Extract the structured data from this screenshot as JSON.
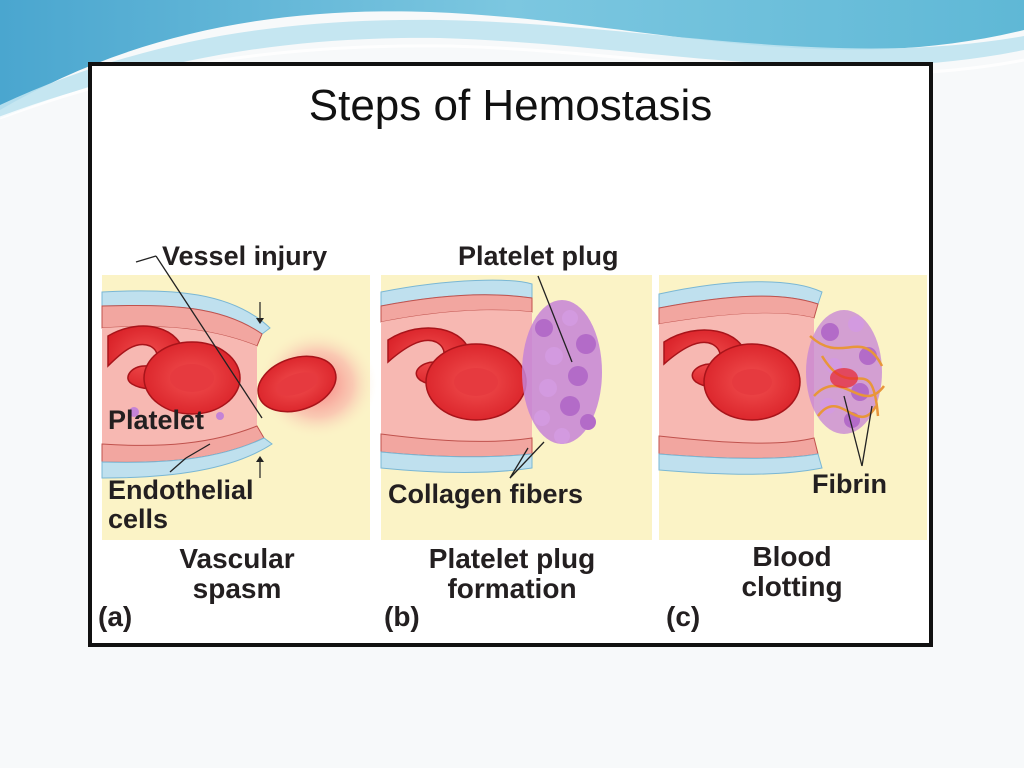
{
  "slide": {
    "title": "Steps of Hemostasis"
  },
  "panels": {
    "a": {
      "letter": "(a)",
      "caption_line1": "Vascular",
      "caption_line2": "spasm",
      "labels": {
        "vessel_injury": "Vessel injury",
        "platelet": "Platelet",
        "endothelial_line1": "Endothelial",
        "endothelial_line2": "cells"
      }
    },
    "b": {
      "letter": "(b)",
      "caption_line1": "Platelet plug",
      "caption_line2": "formation",
      "labels": {
        "platelet_plug": "Platelet plug",
        "collagen_fibers": "Collagen fibers"
      }
    },
    "c": {
      "letter": "(c)",
      "caption_line1": "Blood",
      "caption_line2": "clotting",
      "labels": {
        "fibrin": "Fibrin"
      }
    }
  },
  "colors": {
    "panel_bg": "#fbf3c6",
    "vessel_wall": "#f2a6a0",
    "red_cell": "#e8242c",
    "platelet_purple": "#c583d6",
    "fibrin_orange": "#e8963a",
    "adventitia_blue": "#bfe0ee",
    "header_teal": "#5fb8d6"
  }
}
